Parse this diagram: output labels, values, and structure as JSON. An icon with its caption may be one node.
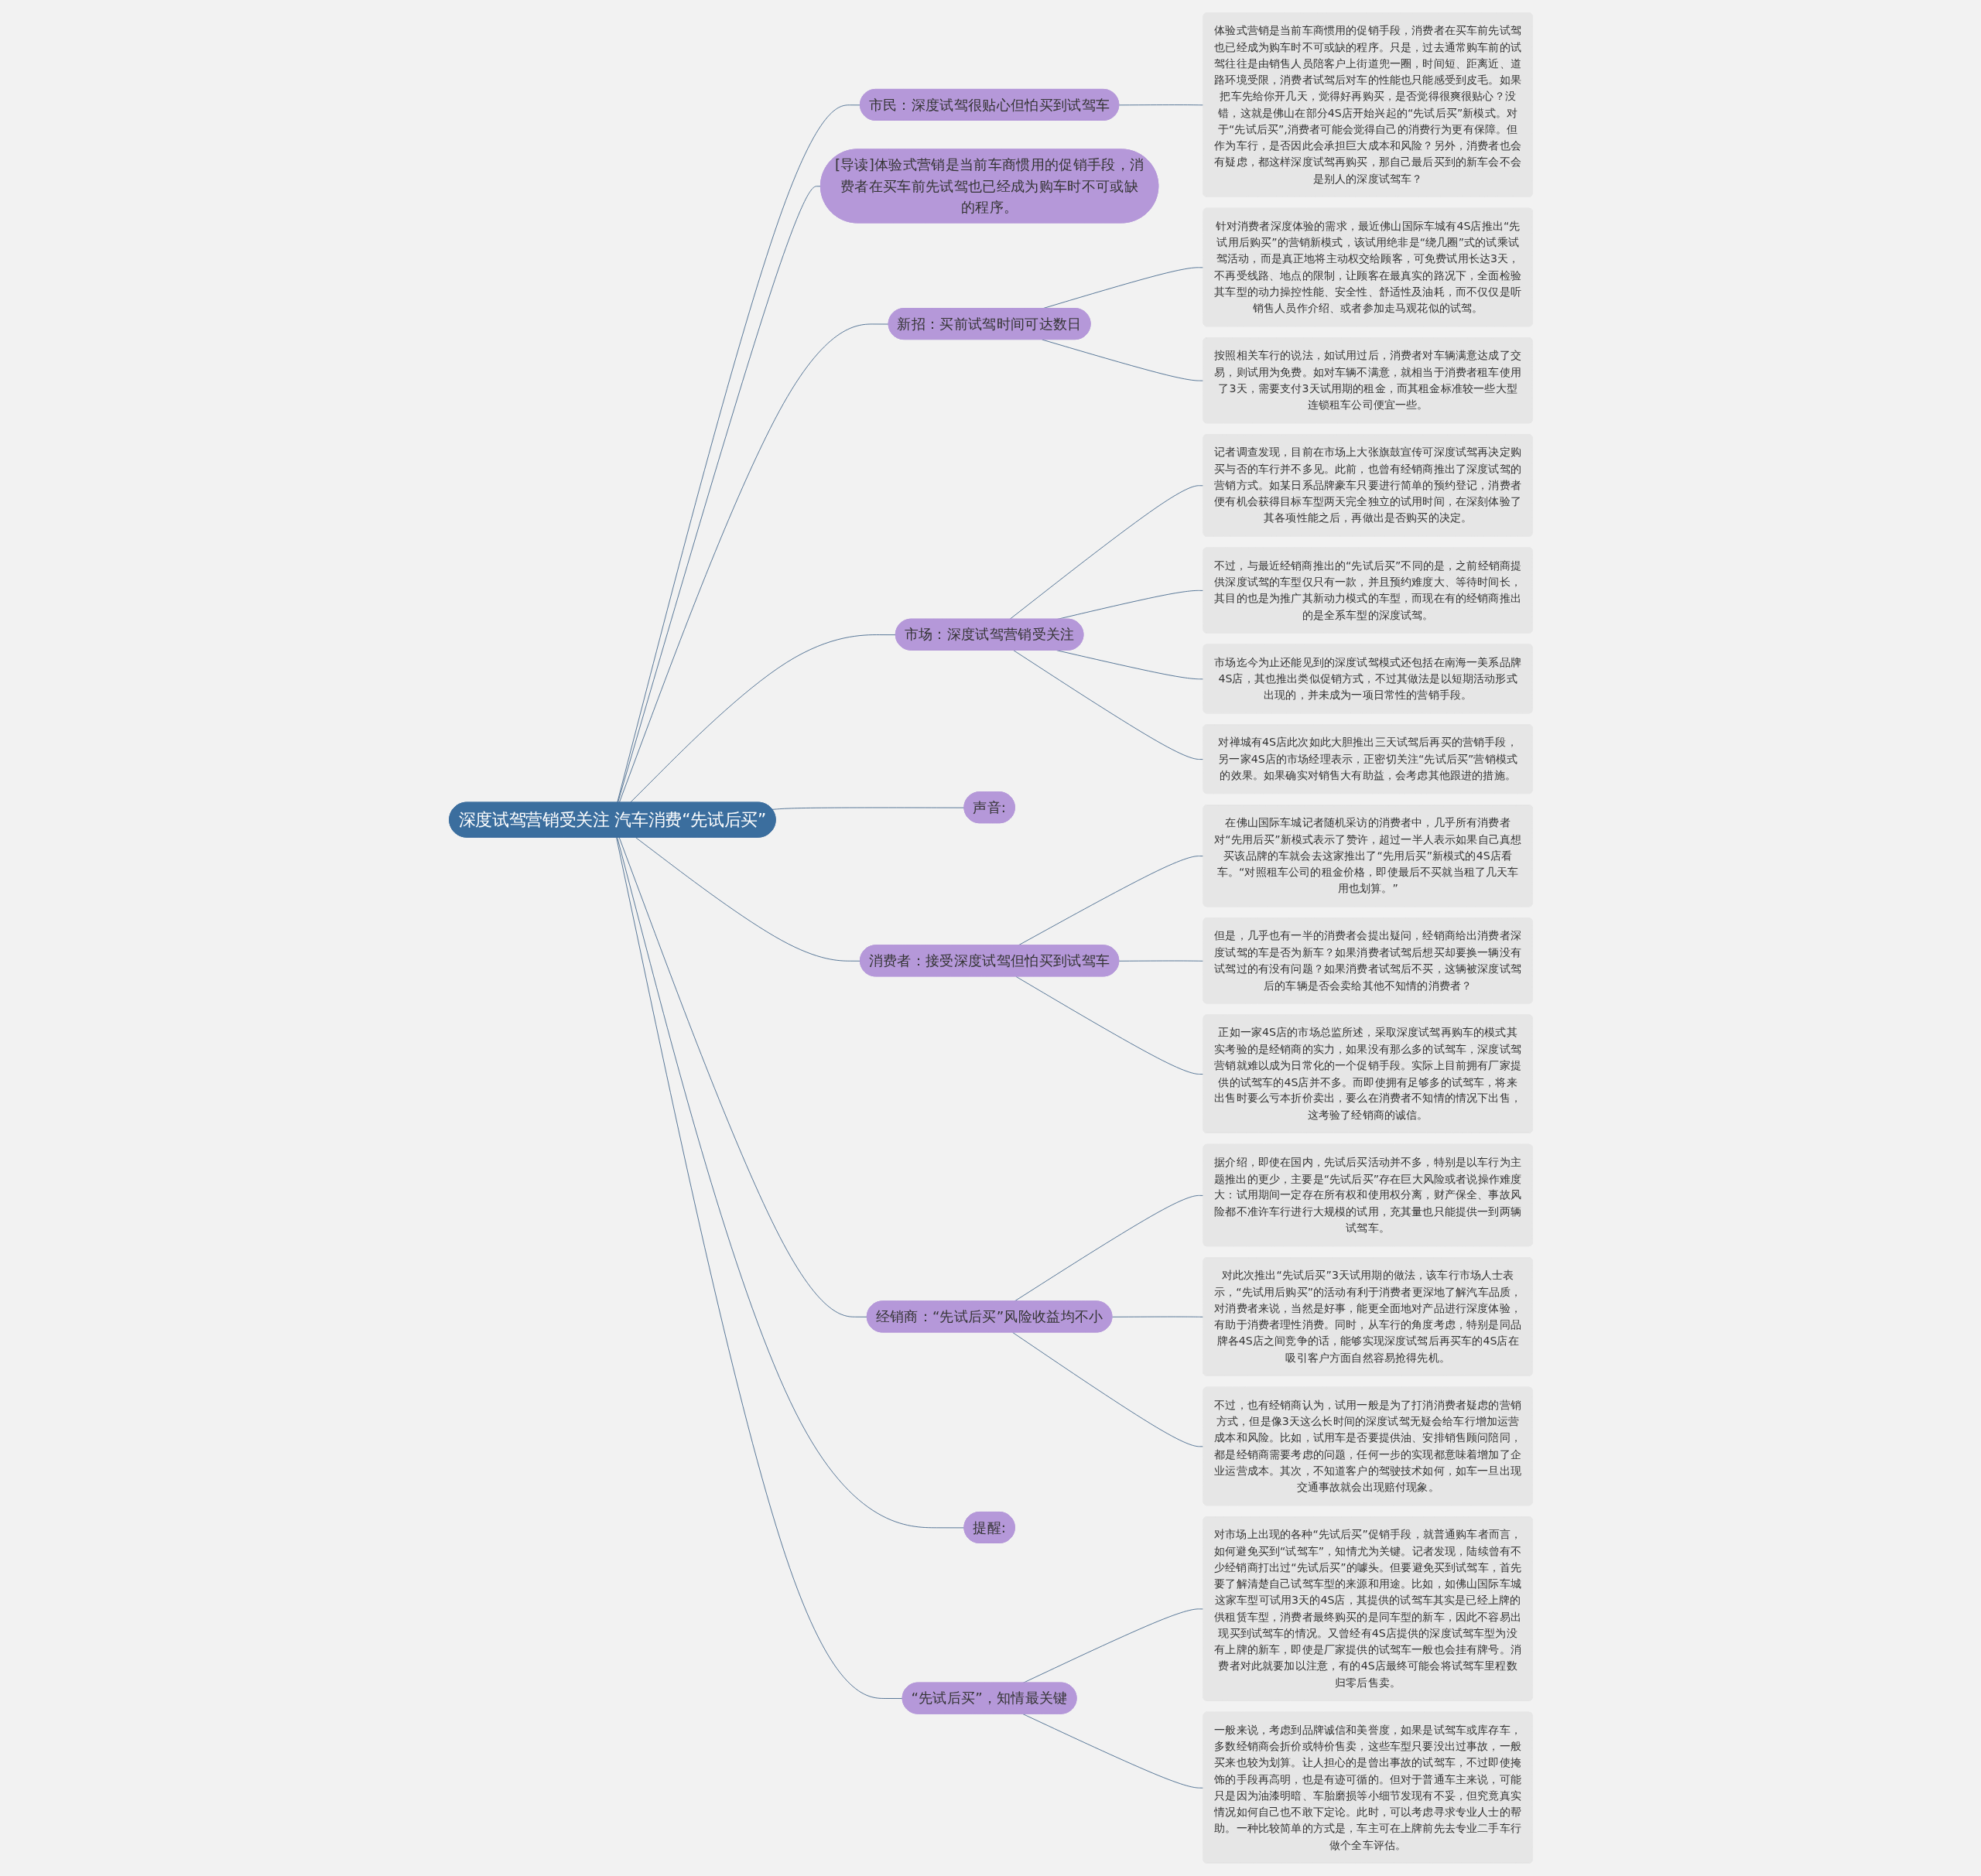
{
  "diagram": {
    "nodes": [
      {
        "text": [
          "深度试驾营销受关注 汽车消费“先试后买”"
        ]
      },
      {
        "text": [
          "市民：深度试驾很贴心但怕买到试驾车"
        ]
      },
      {
        "text": [
          "体验式营销是当前车商惯用的促销手段，消费者在买车前先试驾也已经成为购车时不可或缺的程序。只是，过去通常购车前的试驾往往是由销售人员陪客户上街道兜一圈，时间短、距离近、道路环境受限，消费者试驾后对车的性能也只能感受到皮毛。如果把车先给你开几天，觉得好再购买，是否觉得很爽很贴心？没错，这就是佛山在部分4S店开始兴起的“先试后买”新模式。对于“先试后买”,消费者可能会觉得自己的消费行为更有保障。但作为车行，是否因此会承担巨大成本和风险？另外，消费者也会有疑虑，都这样深度试驾再购买，那自己最后买到的新车会不会是别人的深度试驾车？"
        ]
      },
      {
        "text": [
          "[导读]体验式营销是当前车商惯用的促销手段，消费者在买车前先试驾也已经成为购车时不可或缺的程序。"
        ]
      },
      {
        "text": [
          "新招：买前试驾时间可达数日"
        ]
      },
      {
        "text": [
          "针对消费者深度体验的需求，最近佛山国际车城有4S店推出“先试用后购买”的营销新模式，该试用绝非是“绕几圈”式的试乘试驾活动，而是真正地将主动权交给顾客，可免费试用长达3天，不再受线路、地点的限制，让顾客在最真实的路况下，全面检验其车型的动力操控性能、安全性、舒适性及油耗，而不仅仅是听销售人员作介绍、或者参加走马观花似的试驾。"
        ]
      },
      {
        "text": [
          "按照相关车行的说法，如试用过后，消费者对车辆满意达成了交易，则试用为免费。如对车辆不满意，就相当于消费者租车使用了3天，需要支付3天试用期的租金，而其租金标准较一些大型连锁租车公司便宜一些。"
        ]
      },
      {
        "text": [
          "市场：深度试驾营销受关注"
        ]
      },
      {
        "text": [
          "记者调查发现，目前在市场上大张旗鼓宣传可深度试驾再决定购买与否的车行并不多见。此前，也曾有经销商推出了深度试驾的营销方式。如某日系品牌豪车只要进行简单的预约登记，消费者便有机会获得目标车型两天完全独立的试用时间，在深刻体验了其各项性能之后，再做出是否购买的决定。"
        ]
      },
      {
        "text": [
          "不过，与最近经销商推出的“先试后买”不同的是，之前经销商提供深度试驾的车型仅只有一款，并且预约难度大、等待时间长，其目的也是为推广其新动力模式的车型，而现在有的经销商推出的是全系车型的深度试驾。"
        ]
      },
      {
        "text": [
          "市场迄今为止还能见到的深度试驾模式还包括在南海一美系品牌4S店，其也推出类似促销方式，不过其做法是以短期活动形式出现的，并未成为一项日常性的营销手段。"
        ]
      },
      {
        "text": [
          "对禅城有4S店此次如此大胆推出三天试驾后再买的营销手段，另一家4S店的市场经理表示，正密切关注“先试后买”营销模式的效果。如果确实对销售大有助益，会考虑其他跟进的措施。"
        ]
      },
      {
        "text": [
          "声音:"
        ]
      },
      {
        "text": [
          "消费者：接受深度试驾但怕买到试驾车"
        ]
      },
      {
        "text": [
          "在佛山国际车城记者随机采访的消费者中，几乎所有消费者对“先用后买”新模式表示了赞许，超过一半人表示如果自己真想买该品牌的车就会去这家推出了“先用后买”新模式的4S店看车。“对照租车公司的租金价格，即使最后不买就当租了几天车用也划算。”"
        ]
      },
      {
        "text": [
          "但是，几乎也有一半的消费者会提出疑问，经销商给出消费者深度试驾的车是否为新车？如果消费者试驾后想买却要换一辆没有试驾过的有没有问题？如果消费者试驾后不买，这辆被深度试驾后的车辆是否会卖给其他不知情的消费者？"
        ]
      },
      {
        "text": [
          "正如一家4S店的市场总监所述，采取深度试驾再购车的模式其实考验的是经销商的实力，如果没有那么多的试驾车，深度试驾营销就难以成为日常化的一个促销手段。实际上目前拥有厂家提供的试驾车的4S店并不多。而即使拥有足够多的试驾车，将来出售时要么亏本折价卖出，要么在消费者不知情的情况下出售，这考验了经销商的诚信。"
        ]
      },
      {
        "text": [
          "经销商：“先试后买”风险收益均不小"
        ]
      },
      {
        "text": [
          "据介绍，即使在国内，先试后买活动并不多，特别是以车行为主题推出的更少，主要是“先试后买”存在巨大风险或者说操作难度大：试用期间一定存在所有权和使用权分离，财产保全、事故风险都不准许车行进行大规模的试用，充其量也只能提供一到两辆试驾车。"
        ]
      },
      {
        "text": [
          "对此次推出“先试后买”3天试用期的做法，该车行市场人士表示，“先试用后购买”的活动有利于消费者更深地了解汽车品质，对消费者来说，当然是好事，能更全面地对产品进行深度体验，有助于消费者理性消费。同时，从车行的角度考虑，特别是同品牌各4S店之间竞争的话，能够实现深度试驾后再买车的4S店在吸引客户方面自然容易抢得先机。"
        ]
      },
      {
        "text": [
          "不过，也有经销商认为，试用一般是为了打消消费者疑虑的营销方式，但是像3天这么长时间的深度试驾无疑会给车行增加运营成本和风险。比如，试用车是否要提供油、安排销售顾问陪同，都是经销商需要考虑的问题，任何一步的实现都意味着增加了企业运营成本。其次，不知道客户的驾驶技术如何，如车一旦出现交通事故就会出现赔付现象。"
        ]
      },
      {
        "text": [
          "提醒:"
        ]
      },
      {
        "text": [
          "“先试后买”，知情最关键"
        ]
      },
      {
        "text": [
          "对市场上出现的各种“先试后买”促销手段，就普通购车者而言，如何避免买到“试驾车”，知情尤为关键。记者发现，陆续曾有不少经销商打出过“先试后买”的噱头。但要避免买到试驾车，首先要了解清楚自己试驾车型的来源和用途。比如，如佛山国际车城这家车型可试用3天的4S店，其提供的试驾车其实是已经上牌的供租赁车型，消费者最终购买的是同车型的新车，因此不容易出现买到试驾车的情况。又曾经有4S店提供的深度试驾车型为没有上牌的新车，即使是厂家提供的试驾车一般也会挂有牌号。消费者对此就要加以注意，有的4S店最终可能会将试驾车里程数归零后售卖。"
        ]
      },
      {
        "text": [
          "一般来说，考虑到品牌诚信和美誉度，如果是试驾车或库存车，多数经销商会折价或特价售卖，这些车型只要没出过事故，一般买来也较为划算。让人担心的是曾出事故的试驾车，不过即使掩饰的手段再高明，也是有迹可循的。但对于普通车主来说，可能只是因为油漆明暗、车胎磨损等小细节发现有不妥，但究竟真实情况如何自己也不敢下定论。此时，可以考虑寻求专业人士的帮助。一种比较简单的方式是，车主可在上牌前先去专业二手车行做个全车评估。"
        ]
      }
    ],
    "edges": [
      {
        "from": 0,
        "to": 1,
        "arrow": "none"
      },
      {
        "from": 1,
        "to": 2,
        "arrow": "none"
      },
      {
        "from": 0,
        "to": 3,
        "arrow": "none"
      },
      {
        "from": 0,
        "to": 4,
        "arrow": "none"
      },
      {
        "from": 4,
        "to": 5,
        "arrow": "none"
      },
      {
        "from": 4,
        "to": 6,
        "arrow": "none"
      },
      {
        "from": 0,
        "to": 7,
        "arrow": "none"
      },
      {
        "from": 7,
        "to": 8,
        "arrow": "none"
      },
      {
        "from": 7,
        "to": 9,
        "arrow": "none"
      },
      {
        "from": 7,
        "to": 10,
        "arrow": "none"
      },
      {
        "from": 7,
        "to": 11,
        "arrow": "none"
      },
      {
        "from": 0,
        "to": 12,
        "arrow": "none"
      },
      {
        "from": 0,
        "to": 13,
        "arrow": "none"
      },
      {
        "from": 13,
        "to": 14,
        "arrow": "none"
      },
      {
        "from": 13,
        "to": 15,
        "arrow": "none"
      },
      {
        "from": 13,
        "to": 16,
        "arrow": "none"
      },
      {
        "from": 0,
        "to": 17,
        "arrow": "none"
      },
      {
        "from": 17,
        "to": 18,
        "arrow": "none"
      },
      {
        "from": 17,
        "to": 19,
        "arrow": "none"
      },
      {
        "from": 17,
        "to": 20,
        "arrow": "none"
      },
      {
        "from": 0,
        "to": 21,
        "arrow": "none"
      },
      {
        "from": 0,
        "to": 22,
        "arrow": "none"
      },
      {
        "from": 22,
        "to": 23,
        "arrow": "none"
      },
      {
        "from": 22,
        "to": 24,
        "arrow": "none"
      }
    ]
  }
}
